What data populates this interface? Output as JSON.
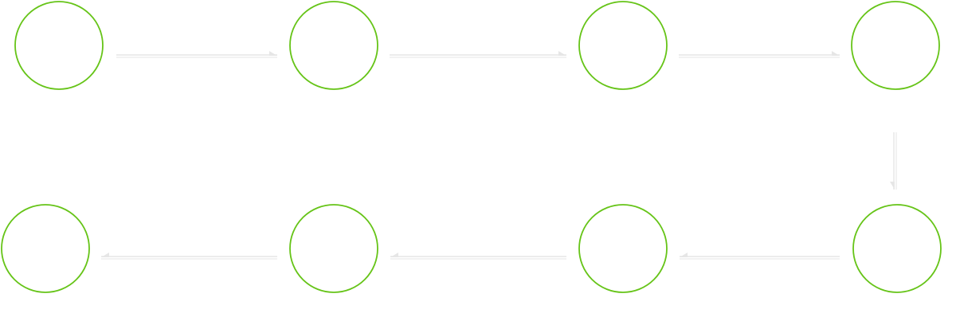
{
  "colors": {
    "node_stroke": "#66c418",
    "node_fill": "#ffffff",
    "arrow": "#e6e6e6"
  },
  "nodes": [
    {
      "id": "n1",
      "row": 0,
      "col": 0
    },
    {
      "id": "n2",
      "row": 0,
      "col": 1
    },
    {
      "id": "n3",
      "row": 0,
      "col": 2
    },
    {
      "id": "n4",
      "row": 0,
      "col": 3
    },
    {
      "id": "n5",
      "row": 1,
      "col": 3
    },
    {
      "id": "n6",
      "row": 1,
      "col": 2
    },
    {
      "id": "n7",
      "row": 1,
      "col": 1
    },
    {
      "id": "n8",
      "row": 1,
      "col": 0
    }
  ],
  "edges": [
    {
      "from": "n1",
      "to": "n2"
    },
    {
      "from": "n2",
      "to": "n3"
    },
    {
      "from": "n3",
      "to": "n4"
    },
    {
      "from": "n4",
      "to": "n5"
    },
    {
      "from": "n5",
      "to": "n6"
    },
    {
      "from": "n6",
      "to": "n7"
    },
    {
      "from": "n7",
      "to": "n8"
    }
  ]
}
